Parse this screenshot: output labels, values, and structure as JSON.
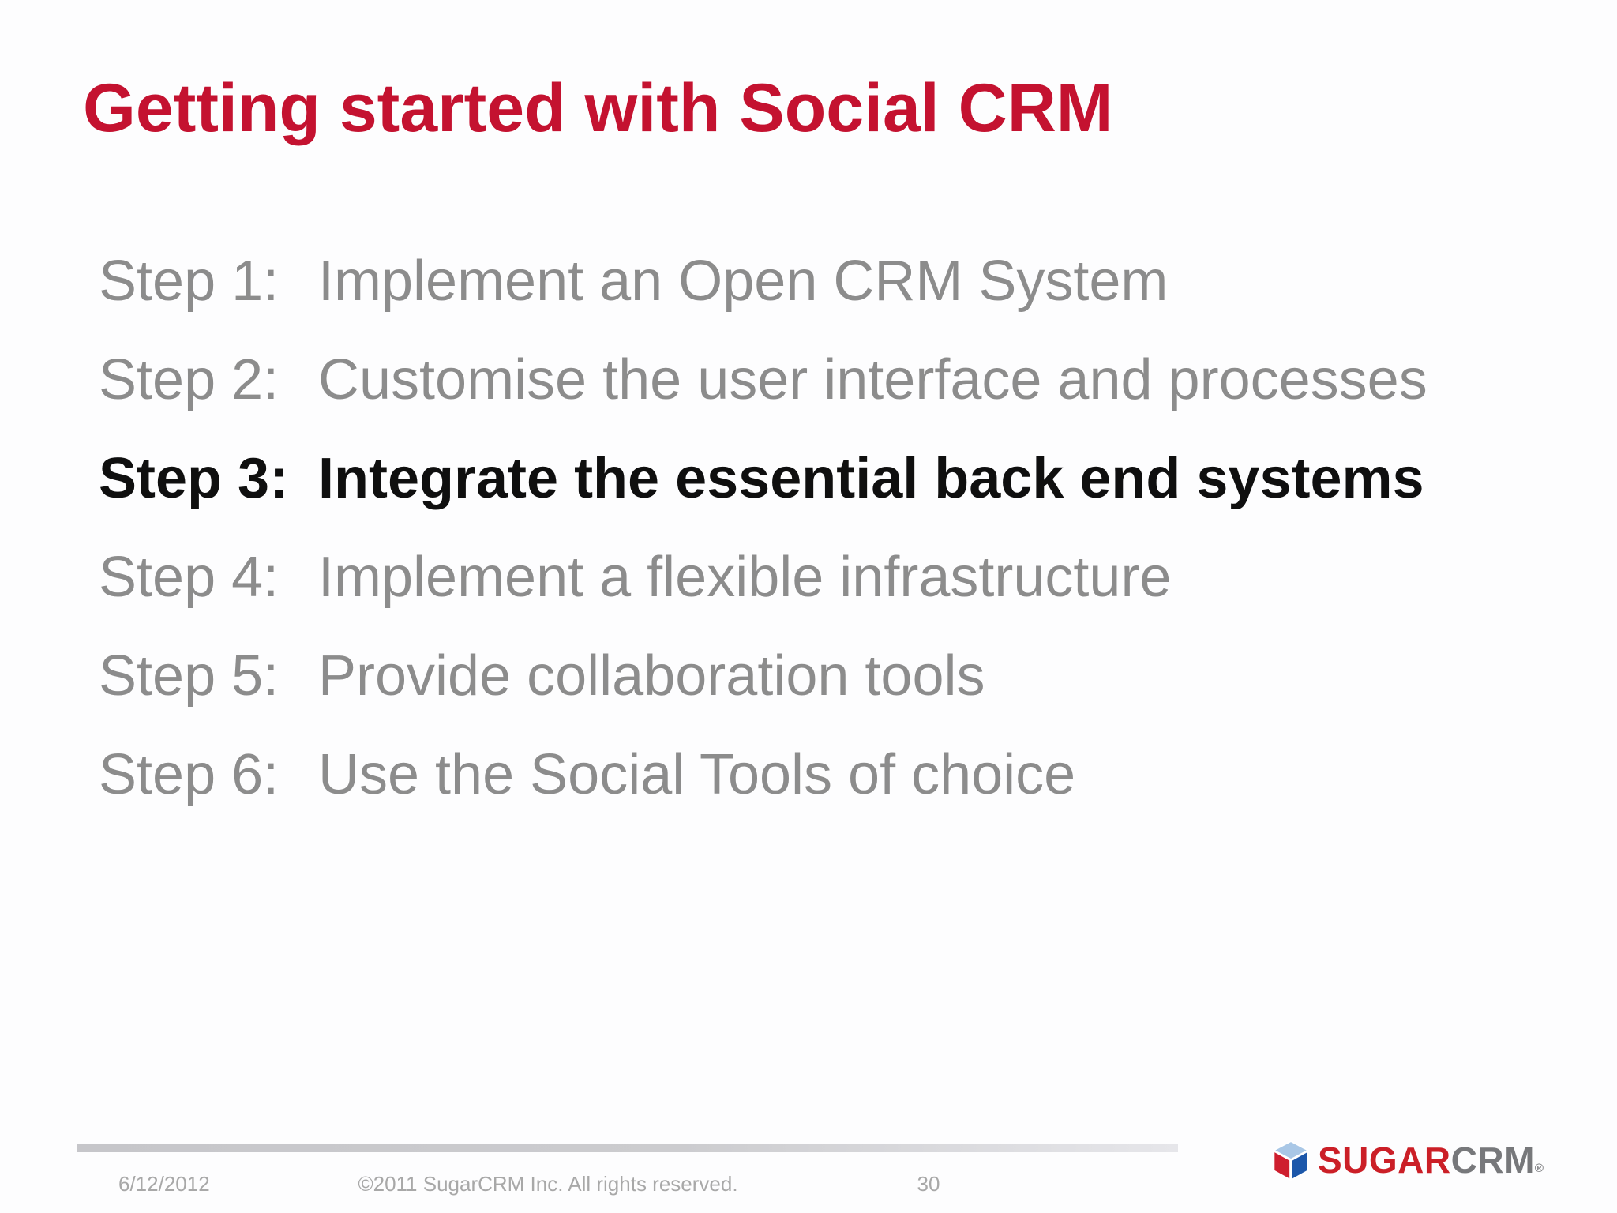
{
  "slide": {
    "title": "Getting started with Social CRM",
    "steps": [
      {
        "label": "Step 1:",
        "text": "Implement an Open CRM System",
        "emphasized": false
      },
      {
        "label": "Step 2:",
        "text": "Customise the user interface and processes",
        "emphasized": false
      },
      {
        "label": "Step 3:",
        "text": "Integrate the essential back end systems",
        "emphasized": true
      },
      {
        "label": "Step 4:",
        "text": "Implement a flexible infrastructure",
        "emphasized": false
      },
      {
        "label": "Step 5:",
        "text": "Provide collaboration tools",
        "emphasized": false
      },
      {
        "label": "Step 6:",
        "text": "Use the Social Tools of choice",
        "emphasized": false
      }
    ],
    "footer": {
      "date": "6/12/2012",
      "copyright": "©2011 SugarCRM Inc. All rights reserved.",
      "slide_number": "30"
    },
    "logo": {
      "word_primary": "SUGAR",
      "word_secondary": "CRM",
      "registered_mark": "®",
      "icon": "sugarcrm-cube-icon"
    },
    "colors": {
      "title_red": "#c41230",
      "step_gray": "#8c8c8c",
      "step_emphasis": "#0f0f0f",
      "footer_gray": "#a8a8a8",
      "divider_gray": "#c6c6ca",
      "logo_red": "#cb1f27",
      "logo_gray": "#77787b",
      "cube_top": "#a9c7e6",
      "cube_left": "#ce1e2e",
      "cube_right": "#1c57aa"
    }
  }
}
